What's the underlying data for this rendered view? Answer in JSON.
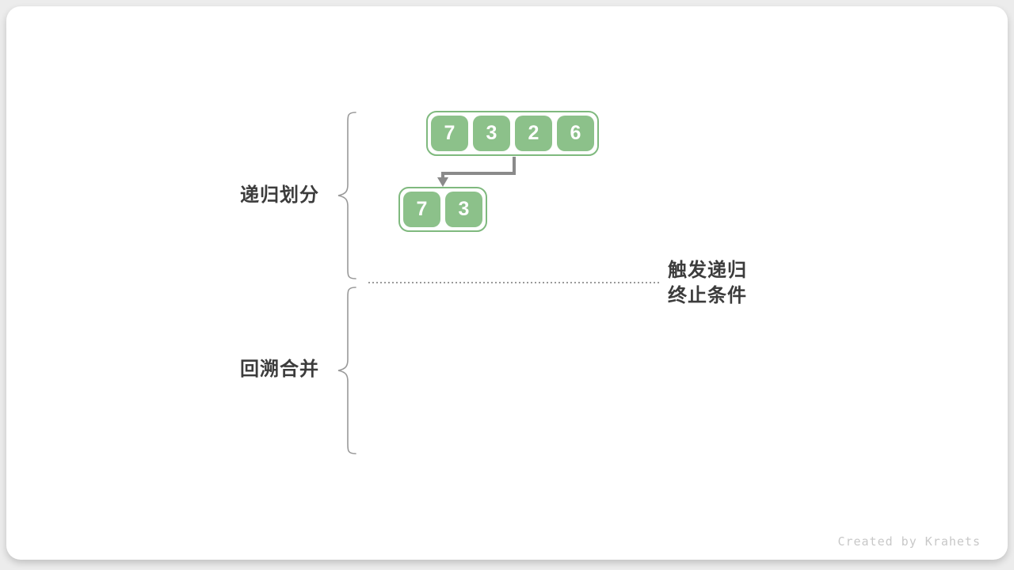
{
  "page": {
    "background_color": "#ECECEC",
    "card_color": "#FFFFFF"
  },
  "diagram": {
    "phases": [
      {
        "label": "递归划分"
      },
      {
        "label": "回溯合并"
      }
    ],
    "arrays": [
      {
        "name": "level-1",
        "cells": [
          "7",
          "3",
          "2",
          "6"
        ]
      },
      {
        "name": "level-2",
        "cells": [
          "7",
          "3"
        ]
      }
    ],
    "annotation": {
      "line1": "触发递归",
      "line2": "终止条件"
    },
    "colors": {
      "cell_green": "#8CC18A",
      "cell_border_green": "#7FB97E",
      "number_white": "#FFFFFF",
      "arrow_gray": "#8A8A8A",
      "brace_gray": "#999999",
      "dotted_line_gray": "#9A9A9A",
      "label_dark": "#3C3C3C",
      "credit_gray": "#C8C8C8"
    }
  },
  "footer": {
    "credit": "Created by Krahets"
  }
}
